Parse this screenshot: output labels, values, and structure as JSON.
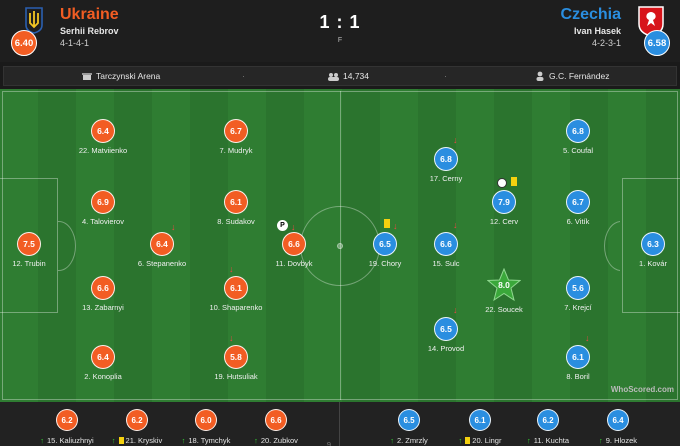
{
  "match": {
    "score": "1 : 1",
    "status": "F",
    "home": {
      "name": "Ukraine",
      "coach": "Serhii Rebrov",
      "formation": "4-1-4-1",
      "rating": "6.40",
      "color": "#f25d23"
    },
    "away": {
      "name": "Czechia",
      "coach": "Ivan Hasek",
      "formation": "4-2-3-1",
      "rating": "6.58",
      "color": "#2a8ee0"
    }
  },
  "info": {
    "venue": "Tarczynski Arena",
    "attendance": "14,734",
    "referee": "G.C. Fernández"
  },
  "home_players": [
    {
      "name": "22. Matviienko",
      "rating": "6.4"
    },
    {
      "name": "7. Mudryk",
      "rating": "6.7"
    },
    {
      "name": "4. Talovierov",
      "rating": "6.9"
    },
    {
      "name": "8. Sudakov",
      "rating": "6.1"
    },
    {
      "name": "12. Trubin",
      "rating": "7.5"
    },
    {
      "name": "6. Stepanenko",
      "rating": "6.4"
    },
    {
      "name": "11. Dovbyk",
      "rating": "6.6"
    },
    {
      "name": "13. Zabarnyi",
      "rating": "6.6"
    },
    {
      "name": "10. Shaparenko",
      "rating": "6.1"
    },
    {
      "name": "2. Konoplia",
      "rating": "6.4"
    },
    {
      "name": "19. Hutsuliak",
      "rating": "5.8"
    }
  ],
  "away_players": [
    {
      "name": "17. Cerny",
      "rating": "6.8"
    },
    {
      "name": "5. Coufal",
      "rating": "6.8"
    },
    {
      "name": "12. Cerv",
      "rating": "7.9"
    },
    {
      "name": "6. Vitík",
      "rating": "6.7"
    },
    {
      "name": "19. Chory",
      "rating": "6.5"
    },
    {
      "name": "15. Sulc",
      "rating": "6.6"
    },
    {
      "name": "1. Kovár",
      "rating": "6.3"
    },
    {
      "name": "22. Soucek",
      "rating": "8.0"
    },
    {
      "name": "7. Krejcí",
      "rating": "5.6"
    },
    {
      "name": "14. Provod",
      "rating": "6.5"
    },
    {
      "name": "8. Boril",
      "rating": "6.1"
    }
  ],
  "home_subs": [
    {
      "name": "15. Kaliuzhnyi",
      "rating": "6.2"
    },
    {
      "name": "21. Kryskiv",
      "rating": "6.2"
    },
    {
      "name": "18. Tymchyk",
      "rating": "6.0"
    },
    {
      "name": "20. Zubkov",
      "rating": "6.6"
    },
    {
      "name": "9.",
      "rating": ""
    }
  ],
  "away_subs": [
    {
      "name": "2. Zmrzly",
      "rating": "6.5"
    },
    {
      "name": "20. Lingr",
      "rating": "6.1"
    },
    {
      "name": "11. Kuchta",
      "rating": "6.2"
    },
    {
      "name": "9. Hlozek",
      "rating": "6.4"
    }
  ],
  "branding": "WhoScored.com",
  "colors": {
    "home": "#f25d23",
    "away": "#2a8ee0",
    "pitch": "#2f7d32",
    "yellow_card": "#f5d10f",
    "sub_off": "#e44",
    "sub_on": "#3c3"
  },
  "icons": [
    "ukraine-crest-icon",
    "czech-crest-icon",
    "stadium-icon",
    "attendance-icon",
    "referee-icon",
    "penalty-icon",
    "goal-ball-icon",
    "yellow-card-icon",
    "sub-off-arrow-icon",
    "sub-on-arrow-icon",
    "man-of-match-star-icon"
  ]
}
